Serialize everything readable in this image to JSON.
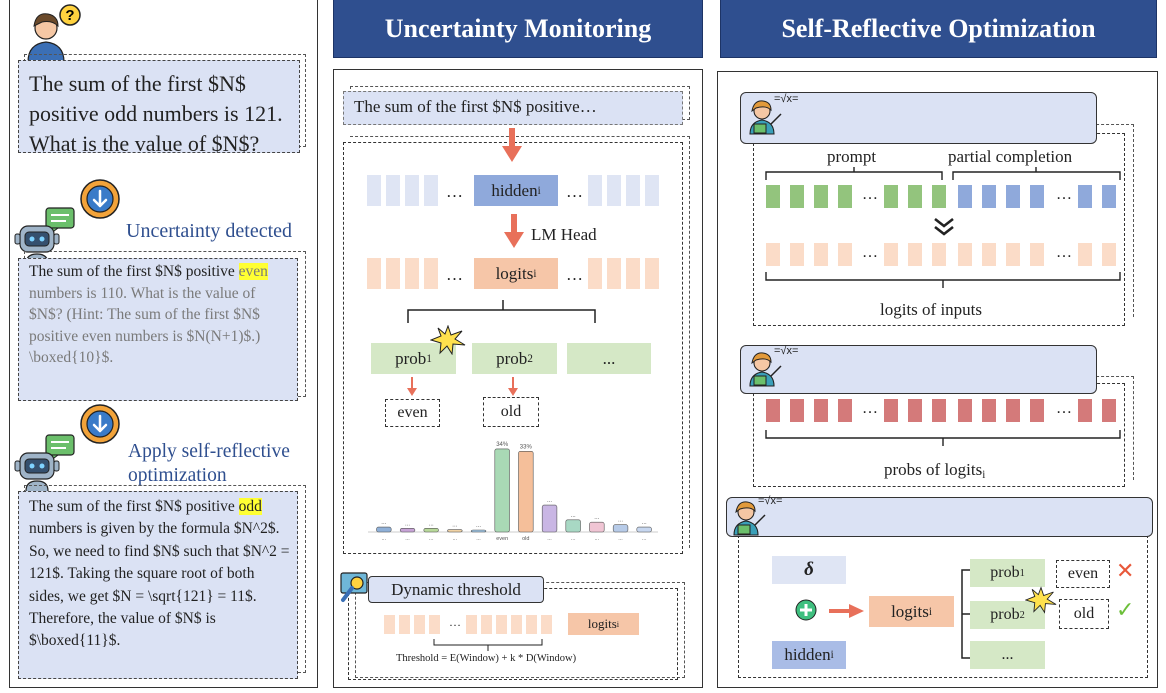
{
  "left": {
    "question": "The sum of the first $N$ positive odd numbers is 121. What is the value of $N$?",
    "uncertainty_label": "Uncertainty detected",
    "draft_pre": "The sum of the first $N$ positive ",
    "draft_hl": "even",
    "draft_post": " numbers is 110. What is the value of $N$? (Hint: The sum of the first $N$ positive even numbers is $N(N+1)$.) \\boxed{10}$.",
    "apply_label": "Apply self-reflective optimization",
    "final_pre": "The sum of the first $N$ positive ",
    "final_hl": "odd",
    "final_post": " numbers is given by the formula $N^2$. So, we need to find $N$ such that $N^2 = 121$. Taking the square root of both sides, we get $N = \\sqrt{121} = 11$. Therefore, the value of $N$ is $\\boxed{11}$."
  },
  "middle": {
    "header": "Uncertainty Monitoring",
    "input_text": "The sum of the first $N$ positive…",
    "ellipsis": "…",
    "hidden": "hidden",
    "hidden_sub": "i",
    "lm_head": "LM Head",
    "logits": "logits",
    "logits_sub": "i",
    "prob1": "prob",
    "prob1_sub": "1",
    "prob2": "prob",
    "prob2_sub": "2",
    "prob_more": "...",
    "token1": "even",
    "token2": "old",
    "dynamic_threshold": "Dynamic threshold",
    "threshold_logits": "logits",
    "threshold_logits_sub": "i",
    "threshold_formula": "Threshold = E(Window) + k * D(Window)",
    "colors": {
      "header": "#2f4f8f",
      "arrow": "#e8705a"
    }
  },
  "chart_data": {
    "type": "bar",
    "categories": [
      "...",
      "...",
      "...",
      "...",
      "...",
      "even",
      "old",
      "...",
      "...",
      "...",
      "...",
      "..."
    ],
    "values": [
      2,
      1.5,
      1.5,
      1,
      0.5,
      34,
      33,
      11,
      5,
      4,
      3,
      2
    ],
    "top_labels": [
      "...",
      "...",
      "...",
      "...",
      "...",
      "34%",
      "33%",
      "...",
      "...",
      "...",
      "...",
      "..."
    ],
    "colors": [
      "#8fb0d8",
      "#c7a3d6",
      "#b8d99a",
      "#f1d3a5",
      "#9fc7e6",
      "#a9d9b5",
      "#f5bf9a",
      "#c9b6e4",
      "#a8d8c4",
      "#f0c5d4",
      "#b7cbe8",
      "#c7d7f0"
    ],
    "ylim": [
      0,
      36
    ]
  },
  "right": {
    "header": "Self-Reflective Optimization",
    "prompt_label": "prompt",
    "partial_label": "partial completion",
    "ellipsis": "…",
    "logits_inputs": "logits of inputs",
    "probs_logits": "probs of logits",
    "probs_logits_sub": "i",
    "delta": "δ",
    "logits": "logits",
    "logits_sub": "i",
    "hidden": "hidden",
    "hidden_sub": "i",
    "prob1": "prob",
    "prob1_sub": "1",
    "prob2": "prob",
    "prob2_sub": "2",
    "prob_more": "...",
    "token1": "even",
    "token2": "old",
    "icon_formula": "=√x="
  }
}
